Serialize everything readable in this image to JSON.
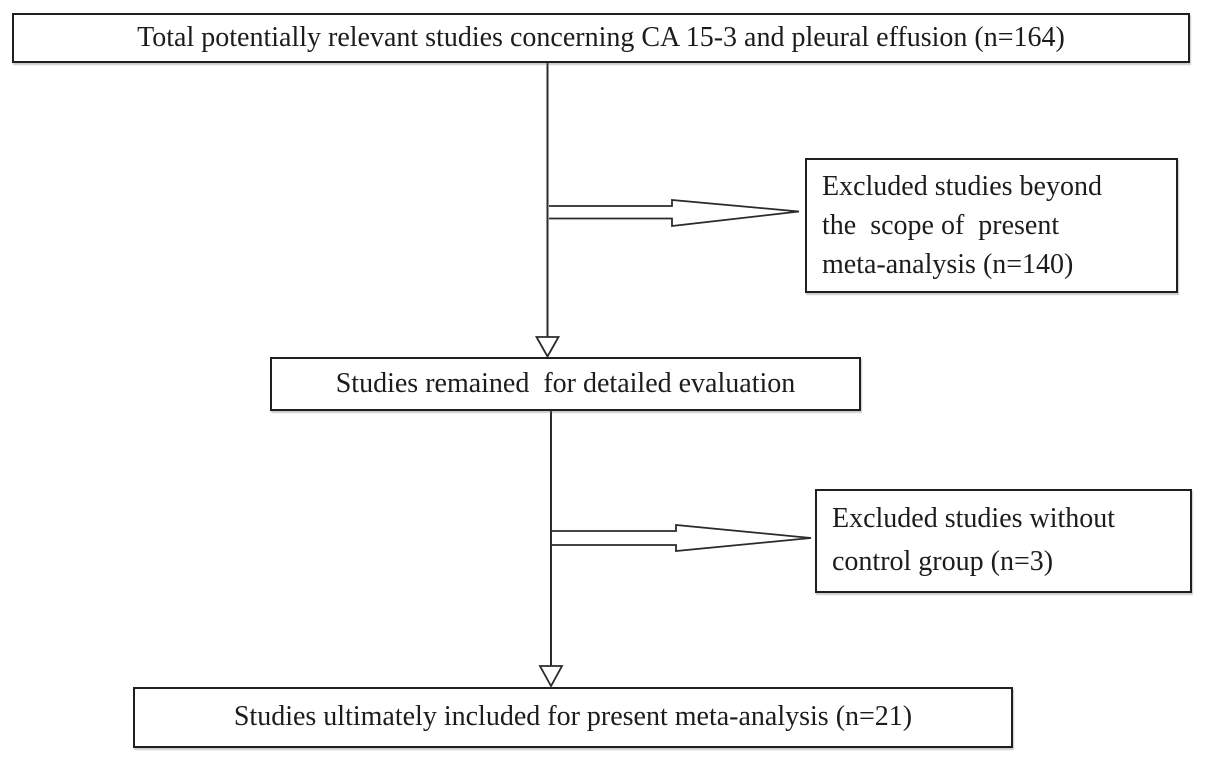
{
  "colors": {
    "background": "#ffffff",
    "box_border": "#1f1f1f",
    "connector_line": "#2b2b2b",
    "text": "#1c1c1c"
  },
  "flowchart": {
    "boxes": {
      "total": {
        "text": "Total potentially relevant studies concerning CA 15-3 and pleural effusion (n=164)",
        "n": 164
      },
      "excluded_scope": {
        "text": "Excluded studies beyond\nthe  scope of  present\nmeta-analysis (n=140)",
        "n": 140
      },
      "remained": {
        "text": "Studies remained  for detailed evaluation"
      },
      "excluded_control": {
        "text": "Excluded studies without\ncontrol group (n=3)",
        "n": 3
      },
      "included": {
        "text": "Studies ultimately included for present meta-analysis (n=21)",
        "n": 21
      }
    }
  }
}
